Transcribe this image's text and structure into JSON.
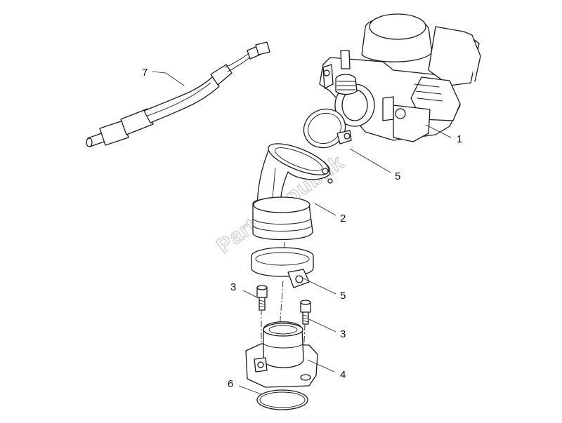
{
  "watermark": "PartsRepublik",
  "callouts": [
    {
      "key": "carburettor",
      "number": "1"
    },
    {
      "key": "intake-manifold",
      "number": "2"
    },
    {
      "key": "screw-left",
      "number": "3"
    },
    {
      "key": "screw-right",
      "number": "3"
    },
    {
      "key": "insulator-flange",
      "number": "4"
    },
    {
      "key": "clamp-upper",
      "number": "5"
    },
    {
      "key": "clamp-lower",
      "number": "5"
    },
    {
      "key": "o-ring",
      "number": "6"
    },
    {
      "key": "choke-cable",
      "number": "7"
    }
  ]
}
